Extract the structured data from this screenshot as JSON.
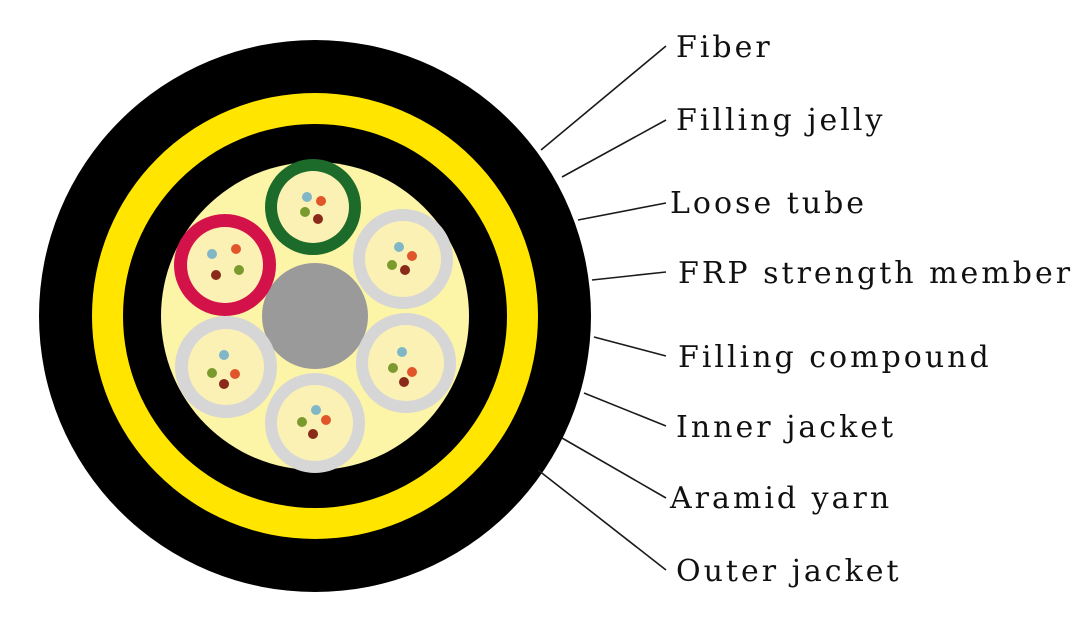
{
  "diagram": {
    "labels": [
      "Fiber",
      "Filling jelly",
      "Loose tube",
      "FRP strength member",
      "Filling compound",
      "Inner jacket",
      "Aramid yarn",
      "Outer jacket"
    ]
  },
  "colors": {
    "background": "#ffffff",
    "outer_jacket": "#000000",
    "aramid_yarn": "#ffe500",
    "inner_jacket": "#000000",
    "filling_compound": "#fcf4a6",
    "frp_strength_member": "#9a9a9a",
    "tube_grey": "#d6d6d6",
    "tube_red": "#d4124a",
    "tube_green": "#1d6b2a",
    "filling_jelly": "#fbf1b5",
    "fiber_blue": "#7fb7c7",
    "fiber_orange": "#e0562a",
    "fiber_green": "#7a9a2e",
    "fiber_brown": "#8a2a1a"
  }
}
